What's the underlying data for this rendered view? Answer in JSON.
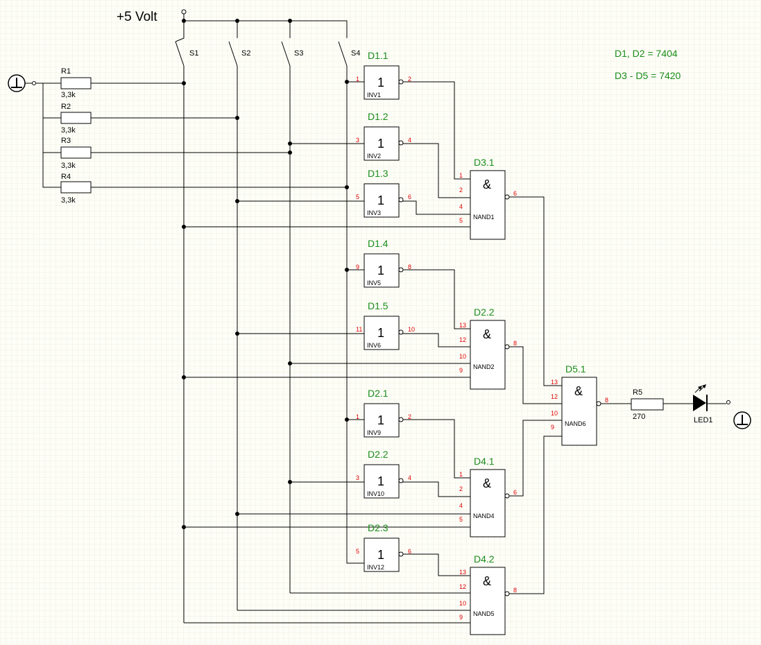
{
  "supply_label": "+5 Volt",
  "notes": [
    "D1, D2 = 7404",
    "D3 - D5 = 7420"
  ],
  "switches": [
    "S1",
    "S2",
    "S3",
    "S4"
  ],
  "resistors": [
    {
      "name": "R1",
      "value": "3,3k"
    },
    {
      "name": "R2",
      "value": "3,3k"
    },
    {
      "name": "R3",
      "value": "3,3k"
    },
    {
      "name": "R4",
      "value": "3,3k"
    },
    {
      "name": "R5",
      "value": "270"
    }
  ],
  "led": "LED1",
  "inverters": [
    {
      "ref": "D1.1",
      "symbol": "1",
      "name": "INV1",
      "in_pin": "1",
      "out_pin": "2"
    },
    {
      "ref": "D1.2",
      "symbol": "1",
      "name": "INV2",
      "in_pin": "3",
      "out_pin": "4"
    },
    {
      "ref": "D1.3",
      "symbol": "1",
      "name": "INV3",
      "in_pin": "5",
      "out_pin": "6"
    },
    {
      "ref": "D1.4",
      "symbol": "1",
      "name": "INV5",
      "in_pin": "9",
      "out_pin": "8"
    },
    {
      "ref": "D1.5",
      "symbol": "1",
      "name": "INV6",
      "in_pin": "11",
      "out_pin": "10"
    },
    {
      "ref": "D2.1",
      "symbol": "1",
      "name": "INV9",
      "in_pin": "1",
      "out_pin": "2"
    },
    {
      "ref": "D2.2",
      "symbol": "1",
      "name": "INV10",
      "in_pin": "3",
      "out_pin": "4"
    },
    {
      "ref": "D2.3",
      "symbol": "1",
      "name": "INV12",
      "in_pin": "5",
      "out_pin": "6"
    }
  ],
  "nands": [
    {
      "ref": "D3.1",
      "symbol": "&",
      "name": "NAND1",
      "in_pins": [
        "1",
        "2",
        "4",
        "5"
      ],
      "out_pin": "6"
    },
    {
      "ref": "D2.2",
      "symbol": "&",
      "name": "NAND2",
      "in_pins": [
        "13",
        "12",
        "10",
        "9"
      ],
      "out_pin": "8"
    },
    {
      "ref": "D4.1",
      "symbol": "&",
      "name": "NAND4",
      "in_pins": [
        "1",
        "2",
        "4",
        "5"
      ],
      "out_pin": "6"
    },
    {
      "ref": "D4.2",
      "symbol": "&",
      "name": "NAND5",
      "in_pins": [
        "13",
        "12",
        "10",
        "9"
      ],
      "out_pin": "8"
    },
    {
      "ref": "D5.1",
      "symbol": "&",
      "name": "NAND6",
      "in_pins": [
        "13",
        "12",
        "10",
        "9"
      ],
      "out_pin": "8"
    }
  ],
  "colors": {
    "gate_label": "#1a8c1a",
    "pin_number": "#e00000",
    "wire": "#000000",
    "background": "#fefef8"
  }
}
